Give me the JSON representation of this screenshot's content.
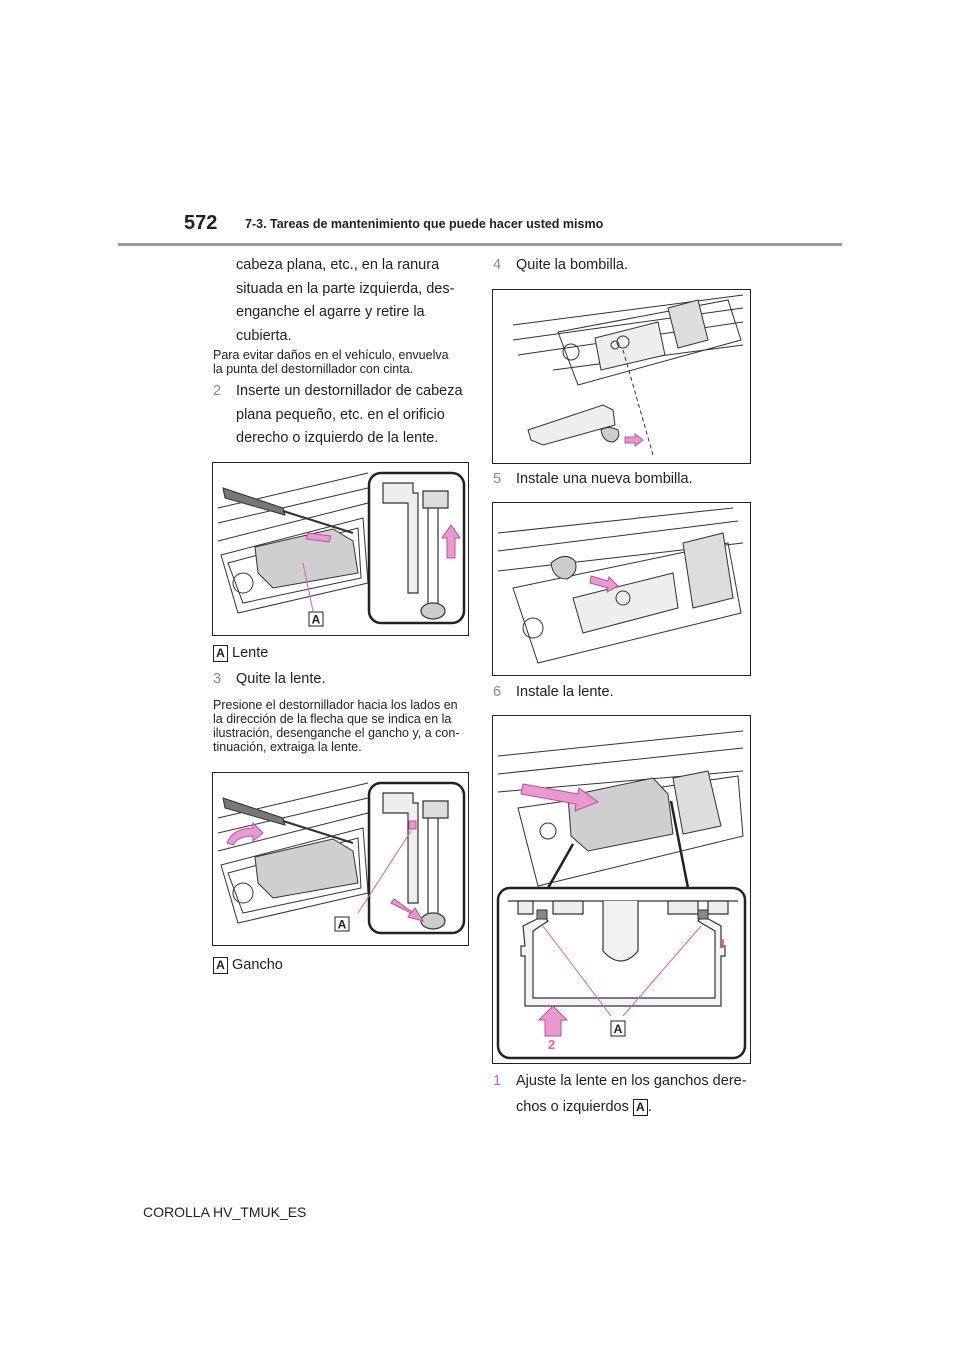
{
  "header": {
    "page_number": "572",
    "section_title": "7-3. Tareas de mantenimiento que puede hacer usted mismo"
  },
  "left": {
    "intro_lines": [
      "cabeza plana, etc., en la ranura",
      "situada en la parte izquierda, des-",
      "enganche el agarre y retire la",
      "cubierta."
    ],
    "note1_lines": [
      "Para evitar daños en el vehículo, envuelva",
      "la punta del destornillador con cinta."
    ],
    "step2_num": "2",
    "step2_lines": [
      "Inserte un destornillador de cabeza",
      "plana pequeño, etc. en el orificio",
      "derecho o izquierdo de la lente."
    ],
    "fig1_label": "A",
    "legend1_tag": "A",
    "legend1_text": "Lente",
    "step3_num": "3",
    "step3_text": "Quite la lente.",
    "note2_lines": [
      "Presione el destornillador hacia los lados en",
      "la dirección de la flecha que se indica en la",
      "ilustración, desenganche el gancho y, a con-",
      "tinuación, extraiga la lente."
    ],
    "fig2_label": "A",
    "legend2_tag": "A",
    "legend2_text": "Gancho"
  },
  "right": {
    "step4_num": "4",
    "step4_text": "Quite la bombilla.",
    "step5_num": "5",
    "step5_text": "Instale una nueva bombilla.",
    "step6_num": "6",
    "step6_text": "Instale la lente.",
    "fig5_label_a": "A",
    "fig5_label_1": "1",
    "fig5_label_2": "2",
    "sub1_num": "1",
    "sub1_line1": "Ajuste la lente en los ganchos dere-",
    "sub1_line2": "chos o izquierdos",
    "sub1_tag": "A",
    "sub1_end": "."
  },
  "footer": {
    "text": "COROLLA HV_TMUK_ES"
  },
  "colors": {
    "accent_pink": "#e85ab0",
    "step_gray": "#8a8a8a",
    "rule_gray": "#9a9a9a"
  }
}
